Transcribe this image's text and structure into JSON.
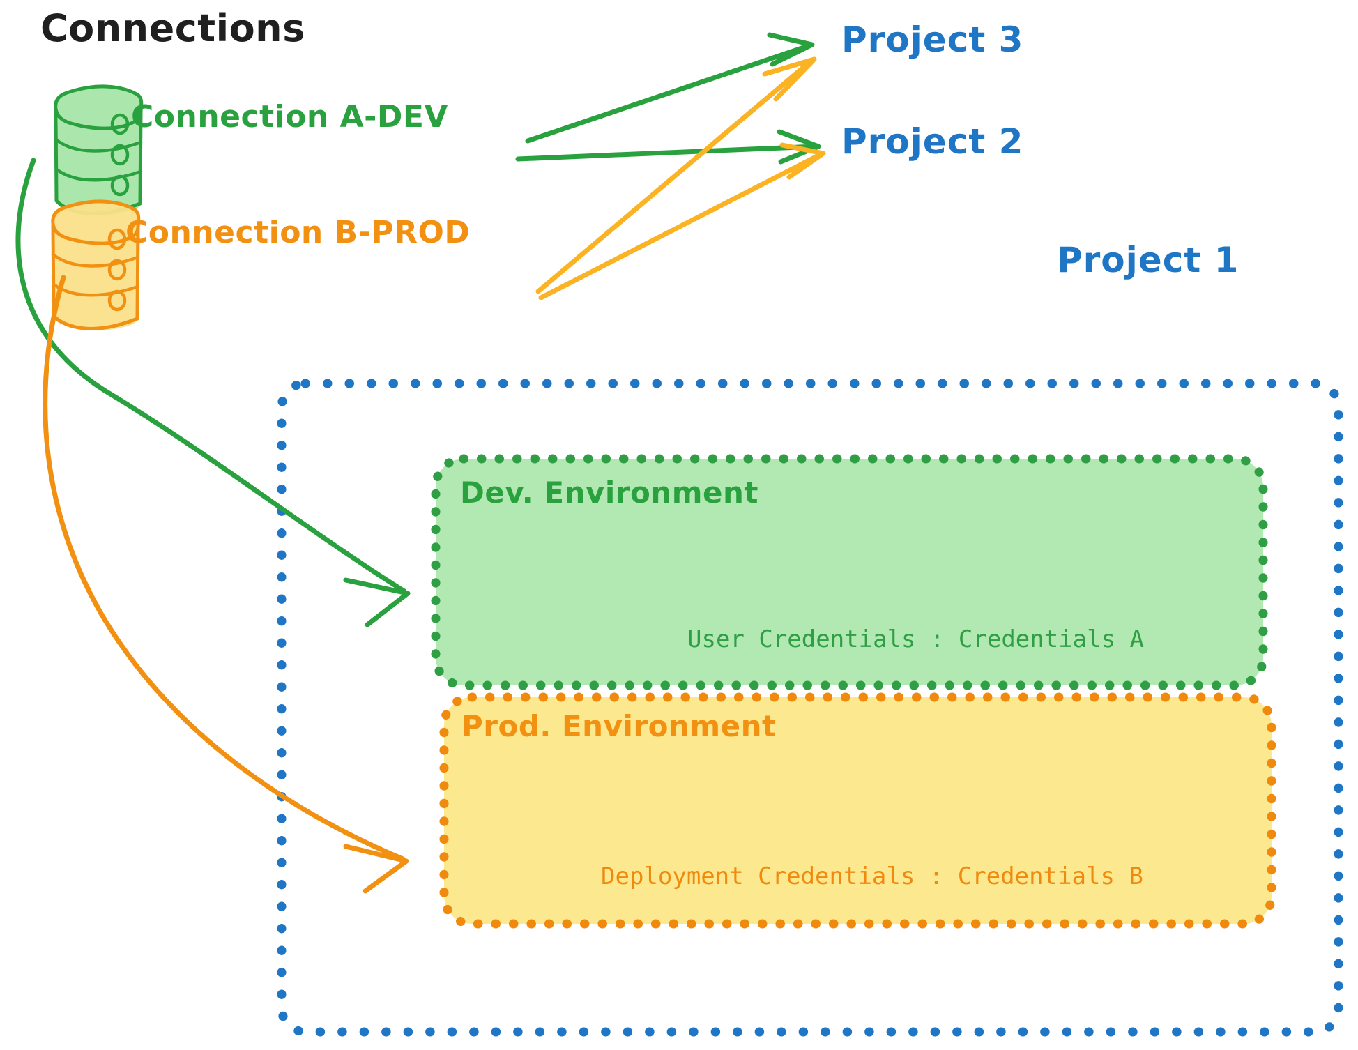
{
  "diagram": {
    "title": "Connections",
    "colors": {
      "green_stroke": "#2aa13f",
      "green_fill": "#b2e8b2",
      "orange_stroke": "#f29111",
      "orange_fill": "#fce88e",
      "blue_stroke": "#1f76c4",
      "black_text": "#1f1f1f"
    },
    "connections": [
      {
        "id": "connection-a-dev",
        "label": "Connection A-DEV",
        "icon": "database-icon",
        "color": "#2aa13f",
        "targets": [
          "Project 3",
          "Project 2",
          "Dev. Environment"
        ]
      },
      {
        "id": "connection-b-prod",
        "label": "Connection B-PROD",
        "icon": "database-icon",
        "color": "#f29111",
        "targets": [
          "Project 3",
          "Project 2",
          "Prod. Environment"
        ]
      }
    ],
    "projects": [
      {
        "id": "project-3",
        "label": "Project 3"
      },
      {
        "id": "project-2",
        "label": "Project 2"
      },
      {
        "id": "project-1",
        "label": "Project 1"
      }
    ],
    "project_1_container": {
      "label": "Project 1",
      "environments": [
        {
          "id": "dev-environment",
          "title": "Dev. Environment",
          "credential_label": "User Credentials",
          "credential_separator": ":",
          "credential_value": "Credentials A",
          "credential_line": "User Credentials : Credentials A",
          "color": "#2aa13f",
          "fill": "#b2e8b2"
        },
        {
          "id": "prod-environment",
          "title": "Prod. Environment",
          "credential_label": "Deployment Credentials",
          "credential_separator": ":",
          "credential_value": "Credentials B",
          "credential_line": "Deployment Credentials : Credentials B",
          "color": "#f29111",
          "fill": "#fce88e"
        }
      ]
    }
  }
}
